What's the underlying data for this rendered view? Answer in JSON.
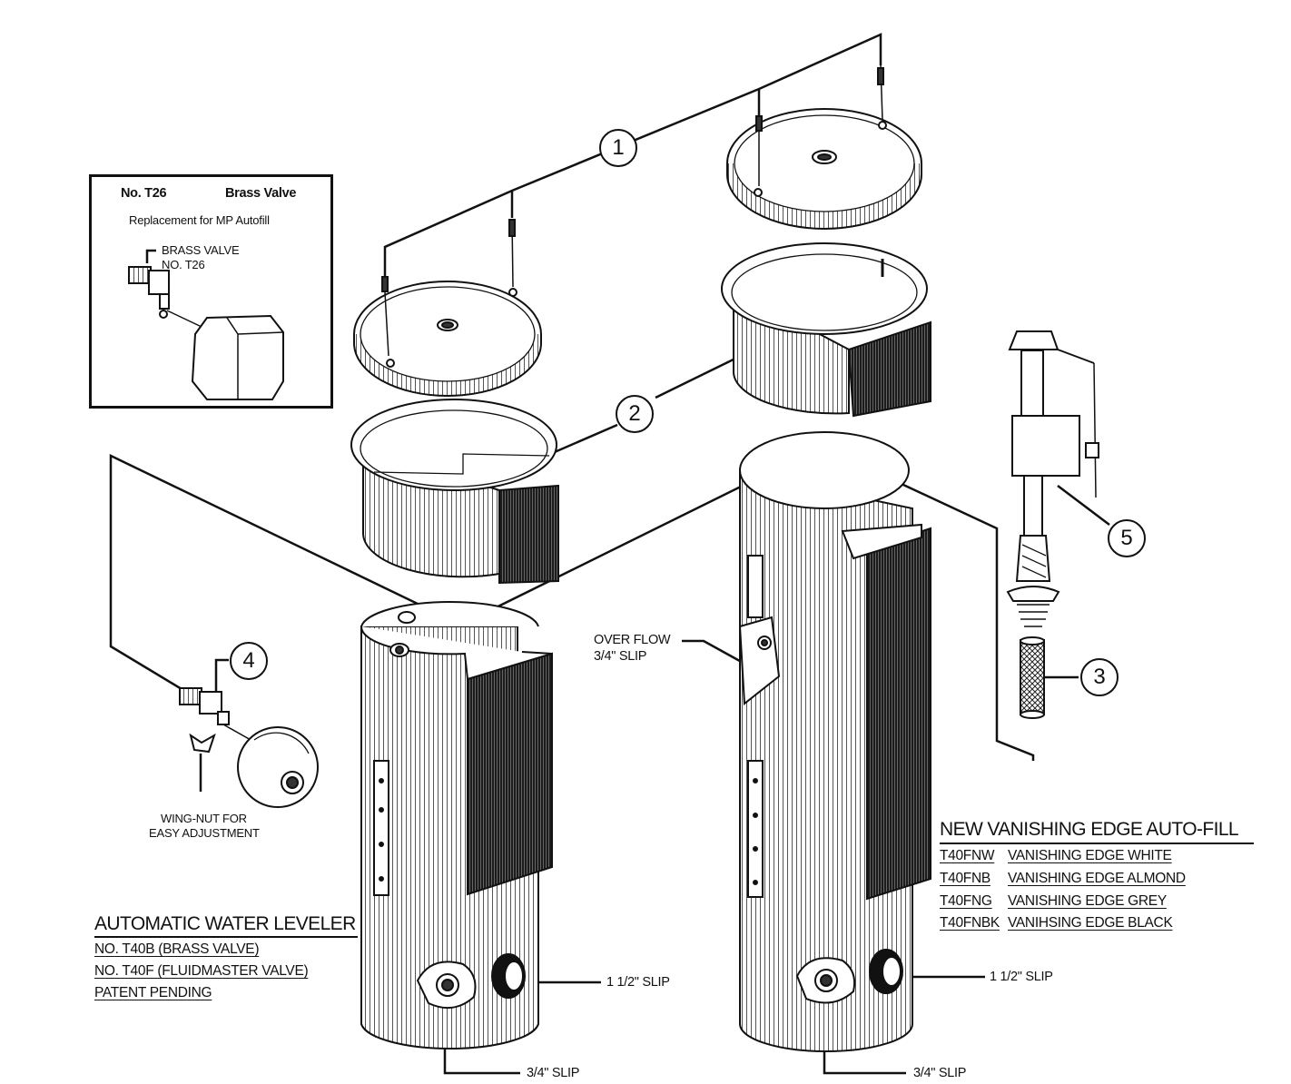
{
  "inset": {
    "number": "No. T26",
    "product": "Brass Valve",
    "subtitle": "Replacement for MP Autofill",
    "callout_line1": "BRASS VALVE",
    "callout_line2": "NO. T26"
  },
  "callouts": [
    "1",
    "2",
    "3",
    "4",
    "5"
  ],
  "labels": {
    "wing_nut_line1": "WING-NUT FOR",
    "wing_nut_line2": "EASY ADJUSTMENT",
    "overflow_line1": "OVER FLOW",
    "overflow_line2": "3/4\" SLIP",
    "slip_left": "1 1/2\" SLIP",
    "slip_right": "1 1/2\" SLIP",
    "bottom_left": "3/4\" SLIP",
    "bottom_right": "3/4\" SLIP"
  },
  "leveler": {
    "title": "AUTOMATIC WATER LEVELER",
    "lines": [
      "NO. T40B (BRASS VALVE)",
      "NO. T40F (FLUIDMASTER VALVE)",
      "PATENT PENDING"
    ]
  },
  "vanishing": {
    "title": "NEW VANISHING EDGE AUTO-FILL",
    "rows": [
      {
        "code": "T40FNW",
        "name": "VANISHING EDGE WHITE"
      },
      {
        "code": "T40FNB",
        "name": "VANISHING EDGE ALMOND"
      },
      {
        "code": "T40FNG",
        "name": "VANISHING EDGE GREY"
      },
      {
        "code": "T40FNBK",
        "name": "VANIHSING EDGE BLACK"
      }
    ]
  },
  "colors": {
    "ink": "#111111",
    "paper": "#ffffff",
    "shade": "#2a2a2a"
  }
}
